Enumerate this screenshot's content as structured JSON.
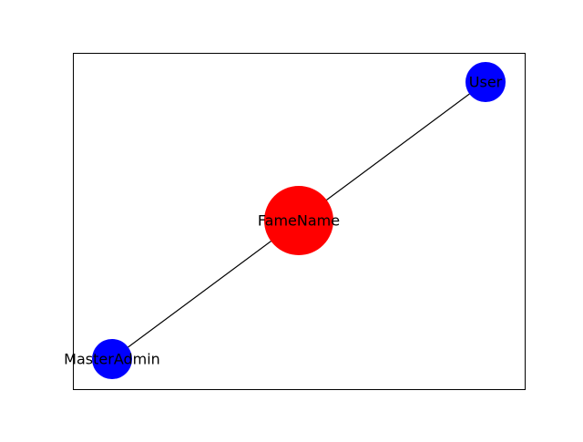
{
  "graph": {
    "nodes": [
      {
        "id": "FameName",
        "label": "FameName",
        "color": "#ff0000",
        "size": "large"
      },
      {
        "id": "User",
        "label": "User",
        "color": "#0000ff",
        "size": "small"
      },
      {
        "id": "MasterAdmin",
        "label": "MasterAdmin",
        "color": "#0000ff",
        "size": "small"
      }
    ],
    "edges": [
      {
        "source": "FameName",
        "target": "User"
      },
      {
        "source": "FameName",
        "target": "MasterAdmin"
      }
    ],
    "edge_color": "#000000",
    "frame_color": "#000000"
  }
}
